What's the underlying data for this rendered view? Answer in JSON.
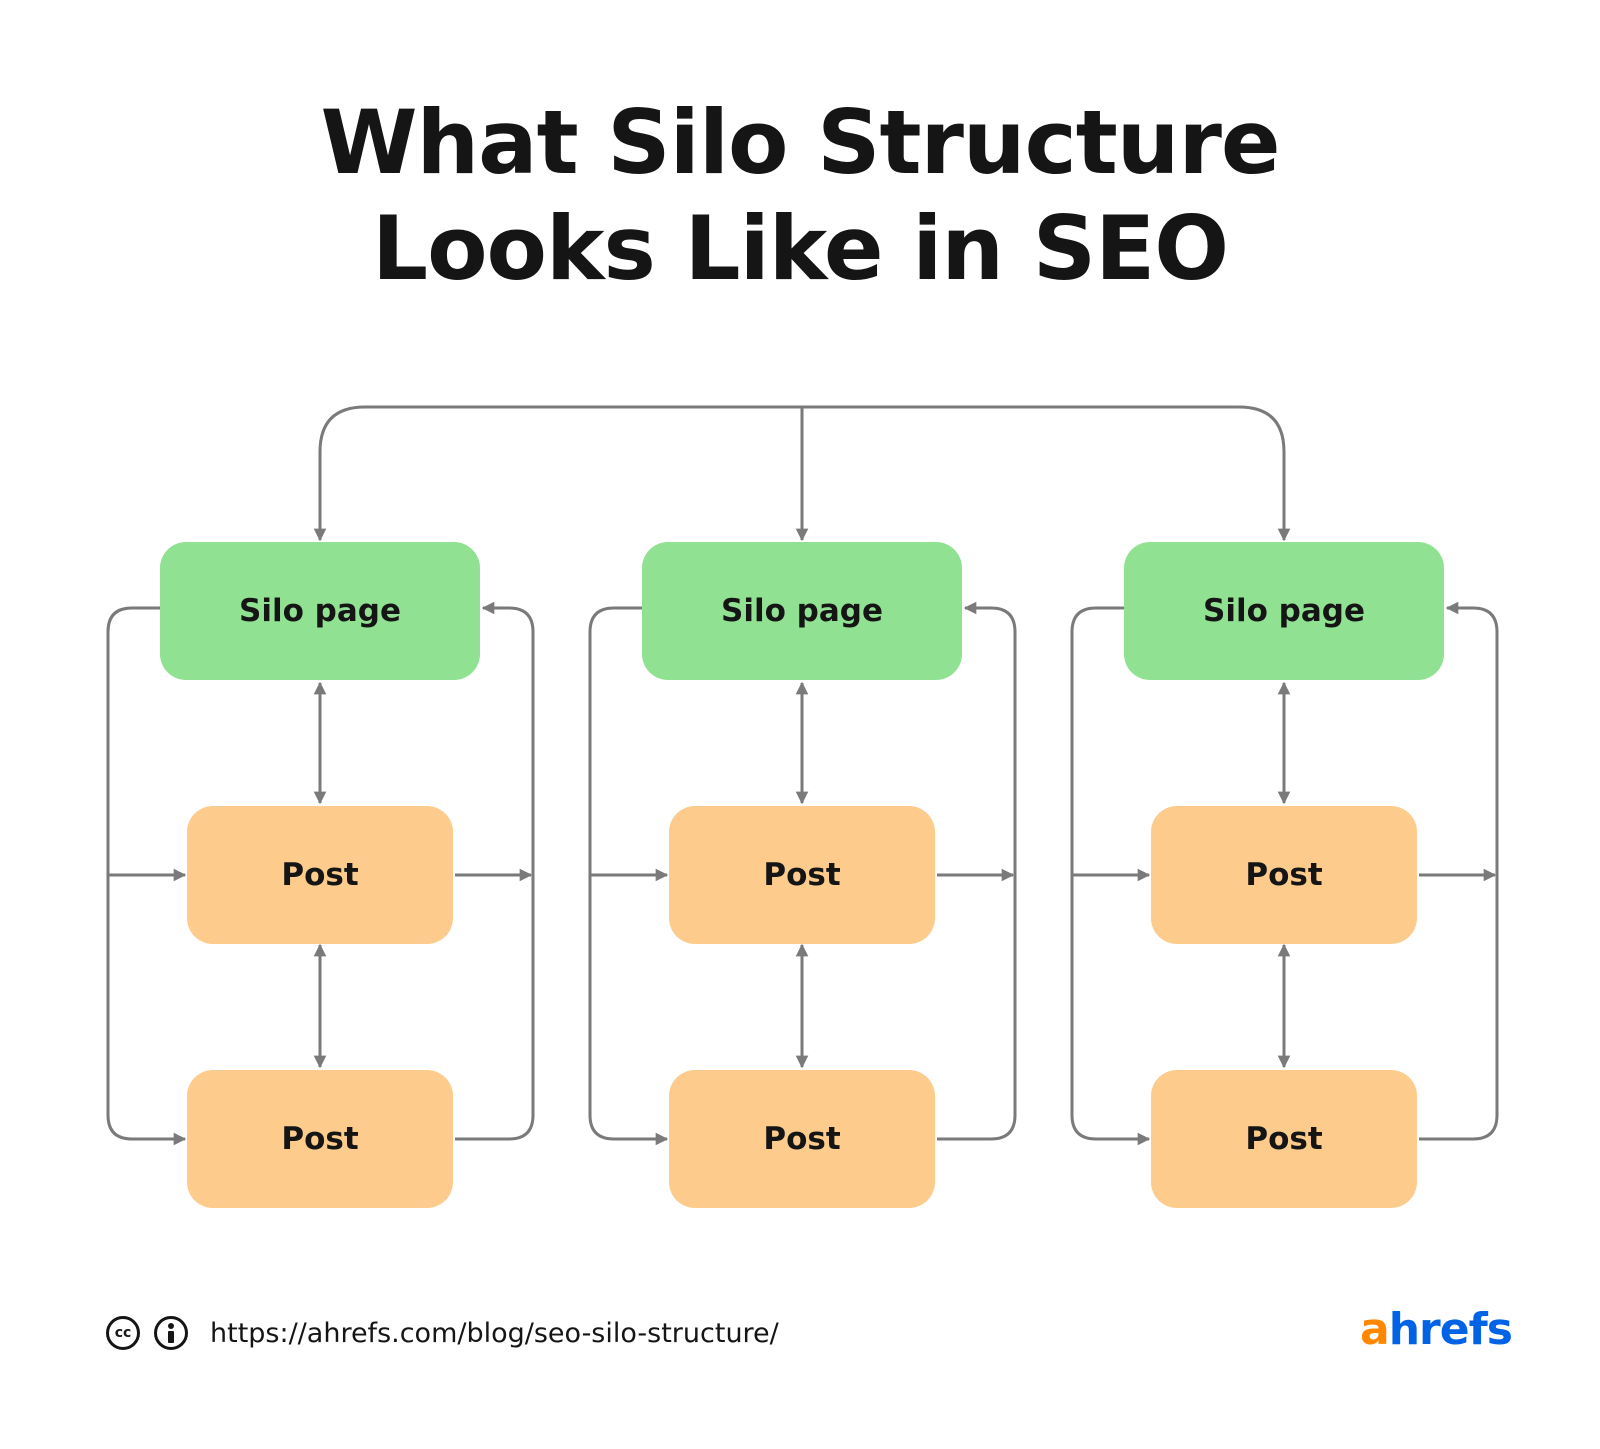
{
  "title": {
    "line1": "What Silo Structure",
    "line2": "Looks Like in SEO"
  },
  "columns": [
    {
      "silo_label": "Silo page",
      "posts": [
        "Post",
        "Post"
      ]
    },
    {
      "silo_label": "Silo page",
      "posts": [
        "Post",
        "Post"
      ]
    },
    {
      "silo_label": "Silo page",
      "posts": [
        "Post",
        "Post"
      ]
    }
  ],
  "footer": {
    "license_icons": [
      "creative-commons-icon",
      "attribution-icon"
    ],
    "cc_text": "cc",
    "url": "https://ahrefs.com/blog/seo-silo-structure/"
  },
  "logo": {
    "text_a": "a",
    "text_rest": "hrefs"
  },
  "colors": {
    "silo": "#91e193",
    "post": "#fdcb8b",
    "arrow": "#7a7a7a",
    "logo_orange": "#ff8800",
    "logo_blue": "#0063e6",
    "text": "#151515"
  }
}
